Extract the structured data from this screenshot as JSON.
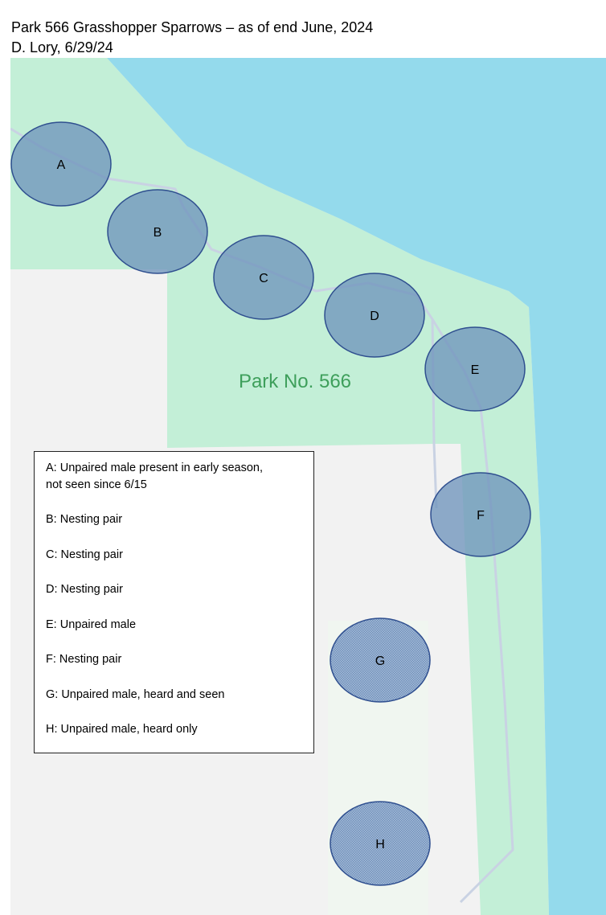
{
  "header": {
    "title": "Park 566 Grasshopper Sparrows – as of end June, 2024",
    "byline": "D. Lory, 6/29/24"
  },
  "map": {
    "park_label": "Park No. 566",
    "colors": {
      "water": "#94DAEC",
      "park": "#C3EFD7",
      "land": "#F2F2F2",
      "path": "#C9D2E3",
      "territory_fill": "#6F95BC",
      "territory_stroke": "#2F4F8F",
      "park_label": "#3E9F5B"
    },
    "territories": [
      {
        "label": "A",
        "style": "solid"
      },
      {
        "label": "B",
        "style": "solid"
      },
      {
        "label": "C",
        "style": "solid"
      },
      {
        "label": "D",
        "style": "solid"
      },
      {
        "label": "E",
        "style": "solid"
      },
      {
        "label": "F",
        "style": "solid"
      },
      {
        "label": "G",
        "style": "hatched"
      },
      {
        "label": "H",
        "style": "hatched"
      }
    ]
  },
  "legend": {
    "items": [
      "A: Unpaired male present in early season,\nnot seen since 6/15",
      "B: Nesting pair",
      "C: Nesting pair",
      "D: Nesting pair",
      "E: Unpaired male",
      "F: Nesting pair",
      "G: Unpaired male, heard and seen",
      "H: Unpaired male, heard only"
    ]
  }
}
